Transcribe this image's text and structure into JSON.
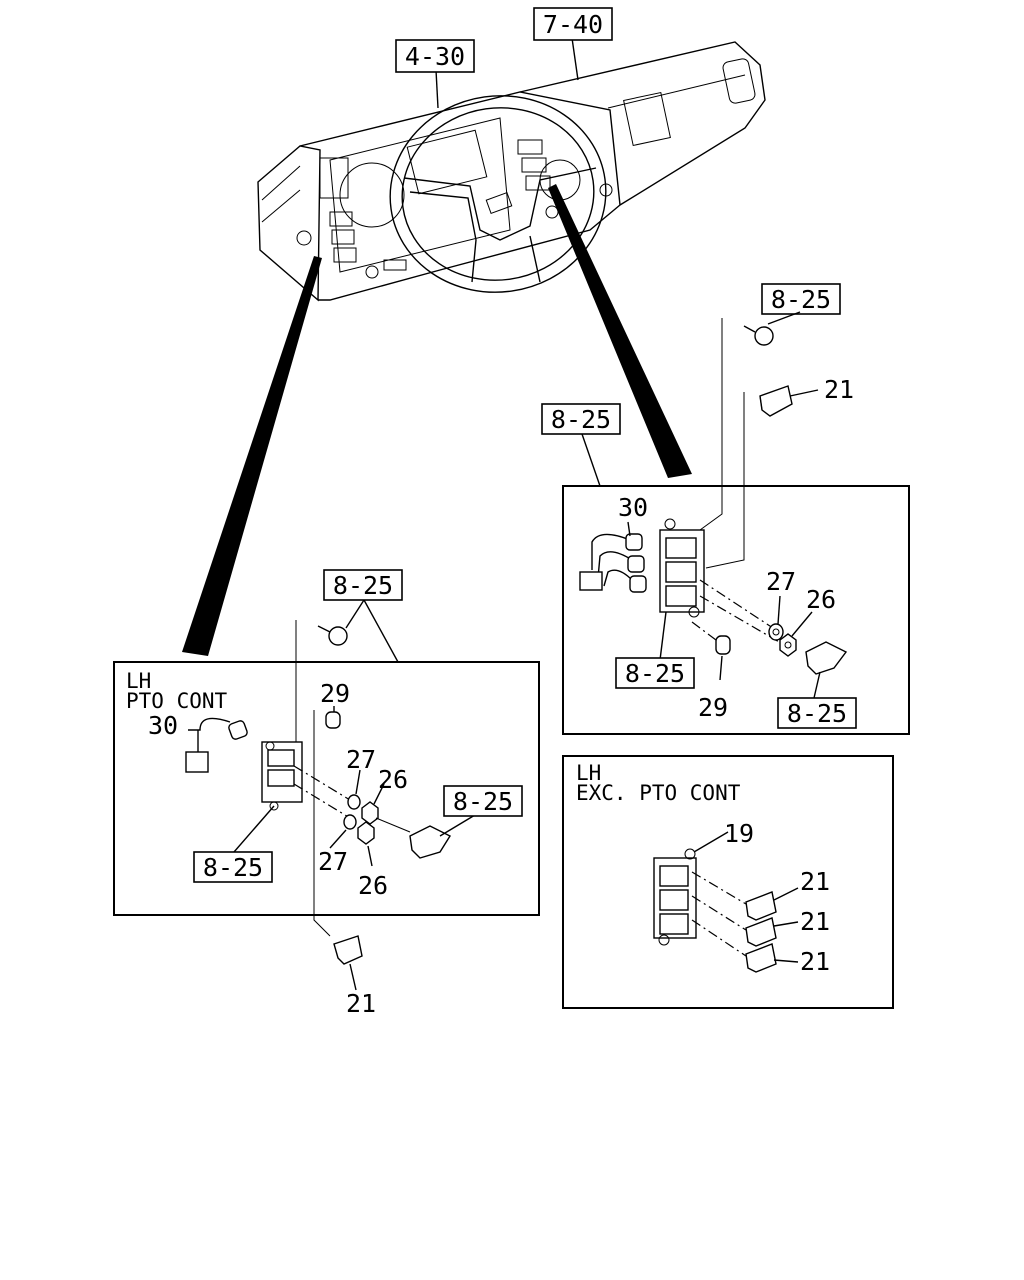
{
  "refs": {
    "r740": "7-40",
    "r430": "4-30",
    "r825_top": "8-25",
    "r825_right_box": "8-25",
    "r825_right_switch": "8-25",
    "r825_right_bracket": "8-25",
    "r825_left_top": "8-25",
    "r825_left_bracket": "8-25",
    "r825_left_switch": "8-25"
  },
  "left_panel": {
    "caption_line1": "LH",
    "caption_line2": "PTO CONT",
    "n30": "30",
    "n29": "29",
    "n27a": "27",
    "n26a": "26",
    "n27b": "27",
    "n26b": "26"
  },
  "right_panel": {
    "n30": "30",
    "n27": "27",
    "n26": "26",
    "n29": "29"
  },
  "exc_panel": {
    "caption_line1": "LH",
    "caption_line2": "EXC. PTO CONT",
    "n19": "19",
    "n21a": "21",
    "n21b": "21",
    "n21c": "21"
  },
  "callouts": {
    "n21_top": "21",
    "n21_bottom": "21"
  }
}
